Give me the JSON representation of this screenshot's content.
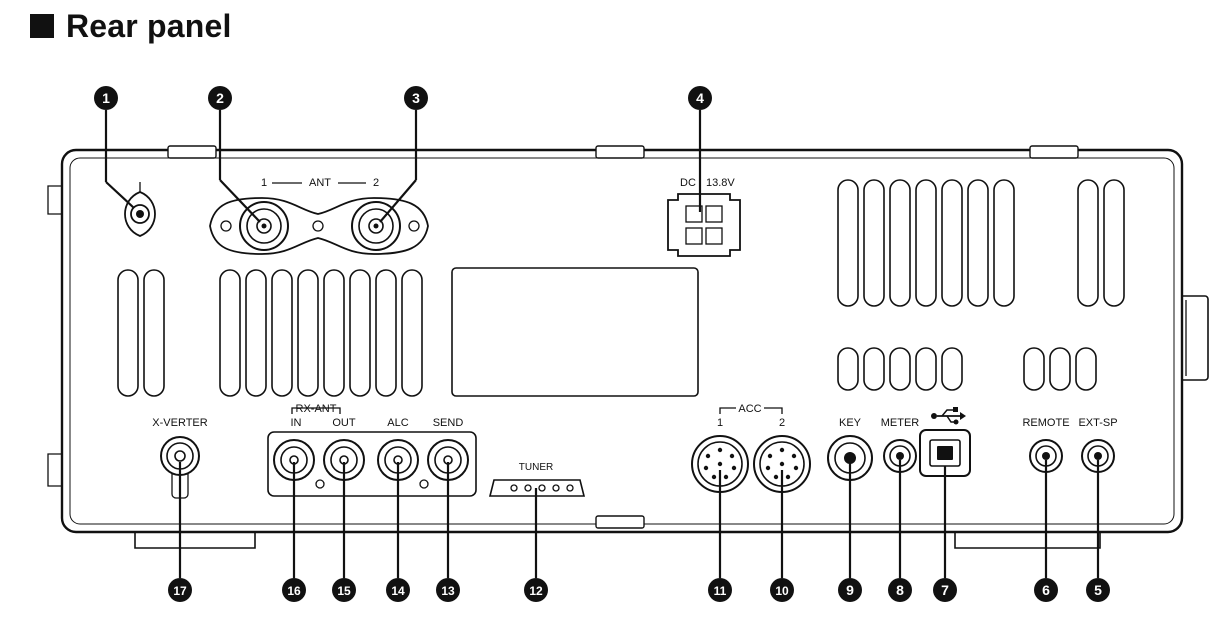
{
  "title": "Rear panel",
  "labels": {
    "ant_1": "1",
    "ant": "ANT",
    "ant_2": "2",
    "dc": "DC",
    "dc_voltage": "13.8V",
    "x_verter": "X-VERTER",
    "rx_ant": "RX-ANT",
    "in": "IN",
    "out": "OUT",
    "alc": "ALC",
    "send": "SEND",
    "tuner": "TUNER",
    "acc": "ACC",
    "acc_1": "1",
    "acc_2": "2",
    "key": "KEY",
    "meter": "METER",
    "remote": "REMOTE",
    "ext_sp": "EXT-SP"
  },
  "callouts": {
    "c1": "1",
    "c2": "2",
    "c3": "3",
    "c4": "4",
    "c5": "5",
    "c6": "6",
    "c7": "7",
    "c8": "8",
    "c9": "9",
    "c10": "10",
    "c11": "11",
    "c12": "12",
    "c13": "13",
    "c14": "14",
    "c15": "15",
    "c16": "16",
    "c17": "17"
  },
  "icons": {
    "usb": "usb-icon"
  }
}
